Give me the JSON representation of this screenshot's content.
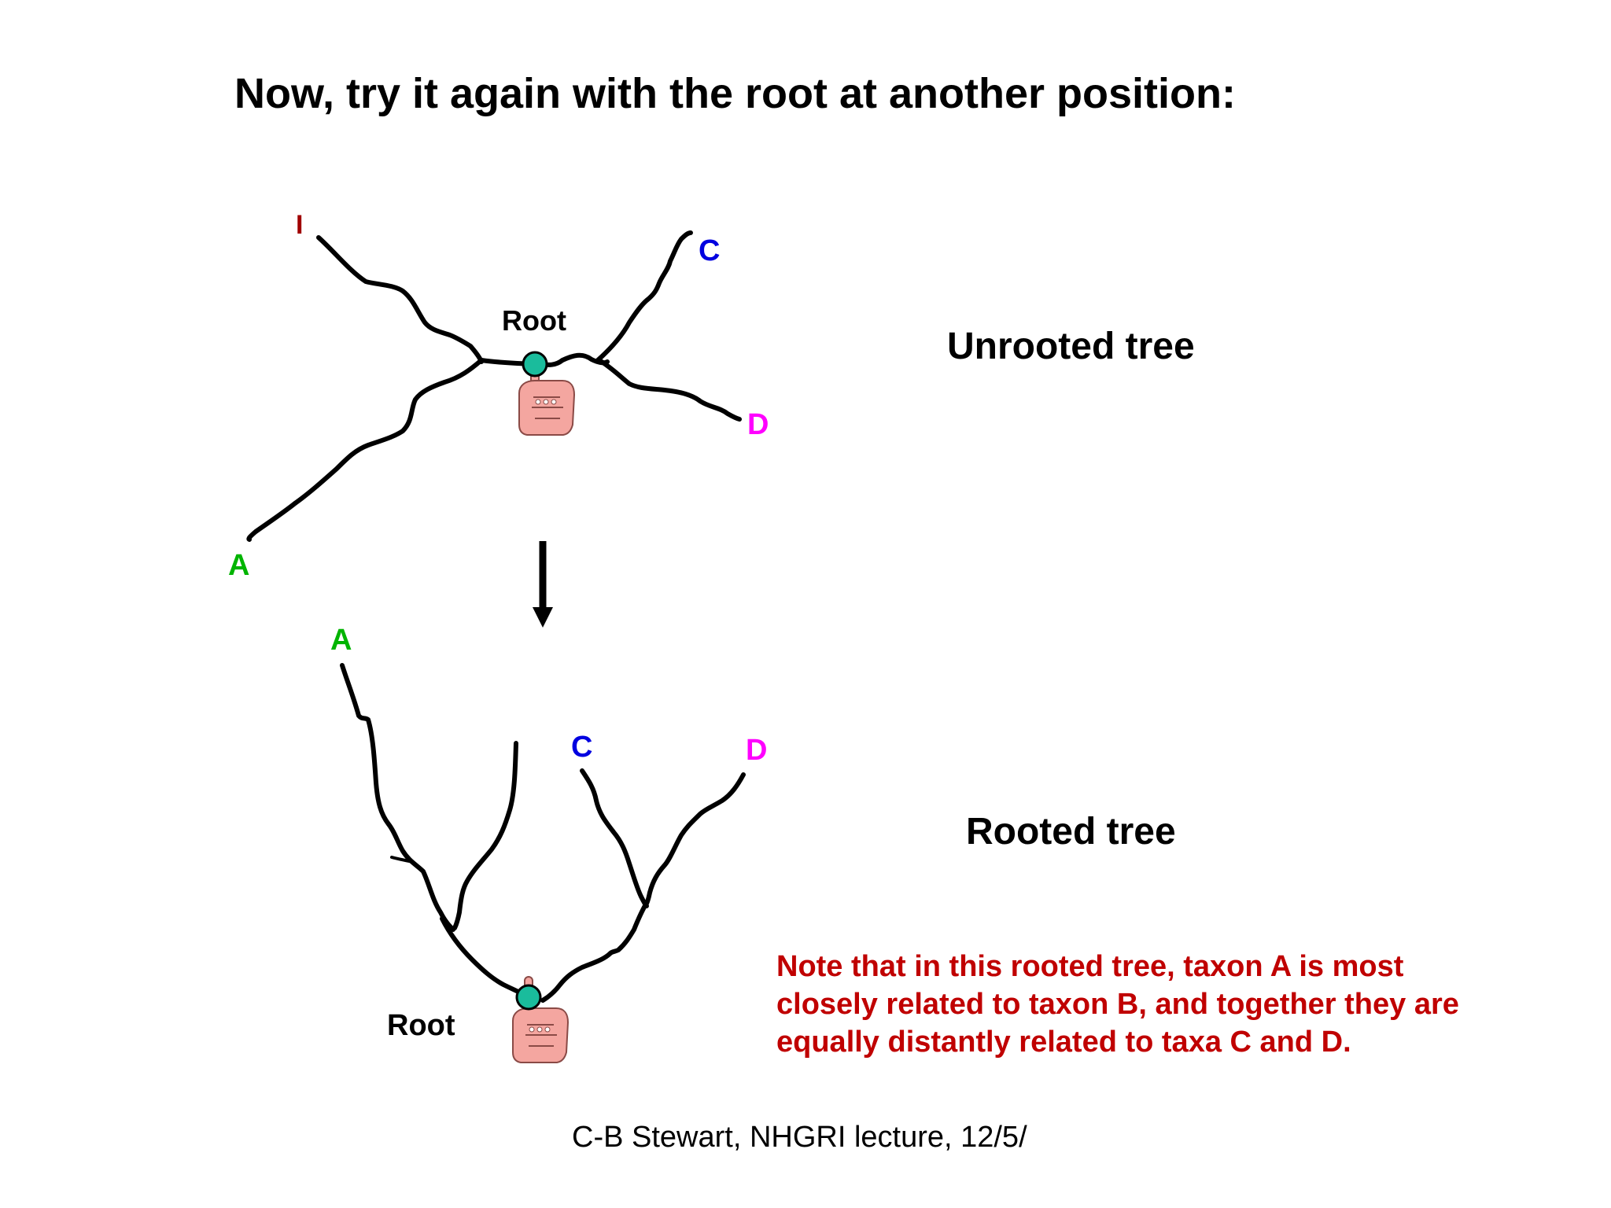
{
  "slide": {
    "title": "Now, try it again with the root at another position:",
    "footer": "C-B Stewart, NHGRI lecture, 12/5/"
  },
  "unrooted_tree": {
    "label": "Unrooted tree",
    "root_label": "Root",
    "taxa": {
      "b": "I",
      "c": "C",
      "d": "D",
      "a": "A"
    }
  },
  "rooted_tree": {
    "label": "Rooted tree",
    "root_label": "Root",
    "taxa": {
      "a": "A",
      "c": "C",
      "d": "D"
    }
  },
  "note": "Note that in this rooted tree, taxon A is most closely related to taxon B, and together they are equally distantly related to taxa C and D.",
  "colors": {
    "taxon_a": "#00B400",
    "taxon_b": "#A00000",
    "taxon_c": "#0000E0",
    "taxon_d": "#FF00FF",
    "root_node": "#1ABC9C",
    "hand": "#F4A6A0",
    "note_text": "#C00000",
    "branch": "#000000"
  }
}
